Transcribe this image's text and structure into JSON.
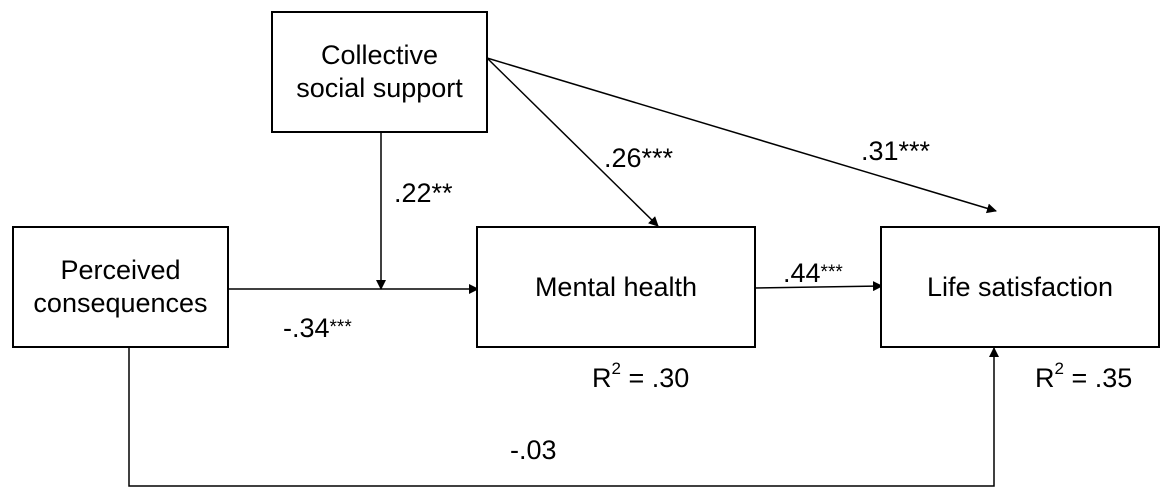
{
  "nodes": {
    "support": {
      "line1": "Collective",
      "line2": "social support"
    },
    "perceived": {
      "line1": "Perceived",
      "line2": "consequences"
    },
    "mental": {
      "label": "Mental health"
    },
    "life": {
      "label": "Life satisfaction"
    }
  },
  "paths": {
    "support_moderation": {
      "coef": ".22",
      "sig": "**"
    },
    "support_mental": {
      "coef": ".26",
      "sig": "***"
    },
    "support_life": {
      "coef": ".31",
      "sig": "***"
    },
    "perceived_mental": {
      "coef": "-.34",
      "sig": "***"
    },
    "mental_life": {
      "coef": ".44",
      "sig": "***"
    },
    "perceived_life": {
      "coef": "-.03",
      "sig": ""
    }
  },
  "r_squared": {
    "mental": {
      "prefix": "R",
      "exp": "2",
      "value": " = .30"
    },
    "life": {
      "prefix": "R",
      "exp": "2",
      "value": " = .35"
    }
  }
}
